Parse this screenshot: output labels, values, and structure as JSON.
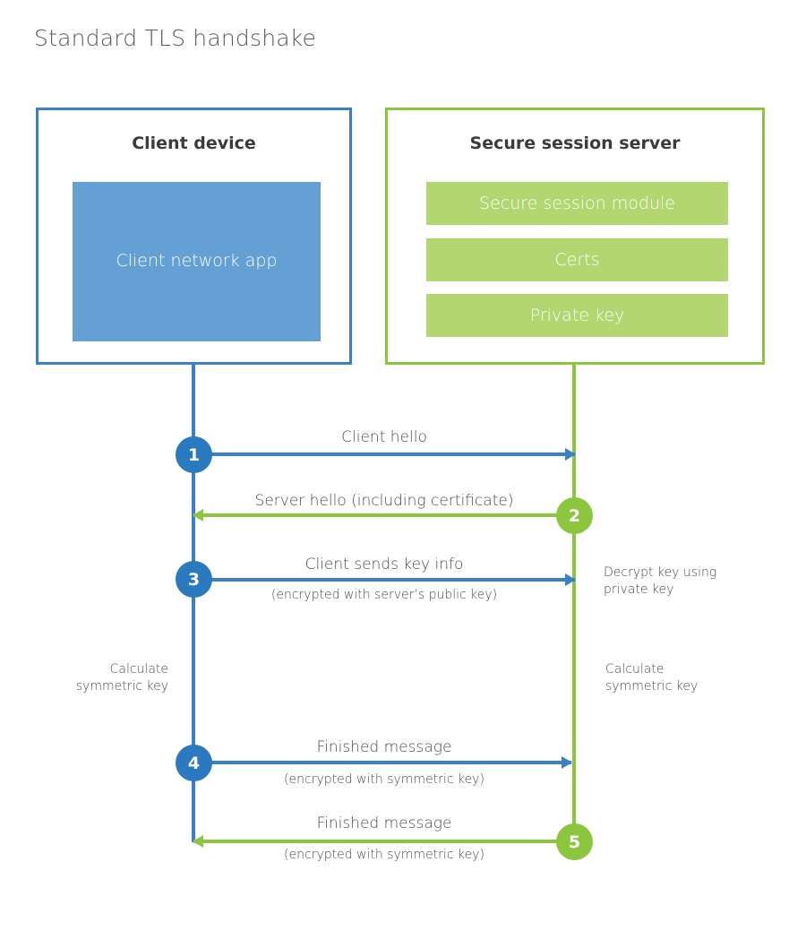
{
  "title": "Standard TLS handshake",
  "colors": {
    "client_blue": "#3b7fc4",
    "client_app_fill": "#64a0d3",
    "client_marker": "#2b79bf",
    "server_green": "#8cc63e",
    "server_bar_fill": "#b4d670",
    "text": "#4b4b4d",
    "title_text": "#58595b"
  },
  "client": {
    "title": "Client device",
    "app_label": "Client network\napp"
  },
  "server": {
    "title": "Secure session server",
    "bars": [
      {
        "label": "Secure session module"
      },
      {
        "label": "Certs"
      },
      {
        "label": "Private key"
      }
    ]
  },
  "steps": [
    {
      "number": "1",
      "direction": "client-to-server",
      "color": "blue",
      "label": "Client hello",
      "sublabel": ""
    },
    {
      "number": "2",
      "direction": "server-to-client",
      "color": "green",
      "label": "Server hello (including certificate)",
      "sublabel": ""
    },
    {
      "number": "3",
      "direction": "client-to-server",
      "color": "blue",
      "label": "Client sends key info",
      "sublabel": "(encrypted with server’s public key)"
    },
    {
      "number": "4",
      "direction": "client-to-server",
      "color": "blue",
      "label": "Finished message",
      "sublabel": "(encrypted with symmetric key)"
    },
    {
      "number": "5",
      "direction": "server-to-client",
      "color": "green",
      "label": "Finished message",
      "sublabel": "(encrypted with symmetric key)"
    }
  ],
  "annotations": {
    "decrypt_key": "Decrypt key using\nprivate key",
    "calculate_symmetric_key_client": "Calculate\nsymmetric key",
    "calculate_symmetric_key_server": "Calculate\nsymmetric key"
  }
}
